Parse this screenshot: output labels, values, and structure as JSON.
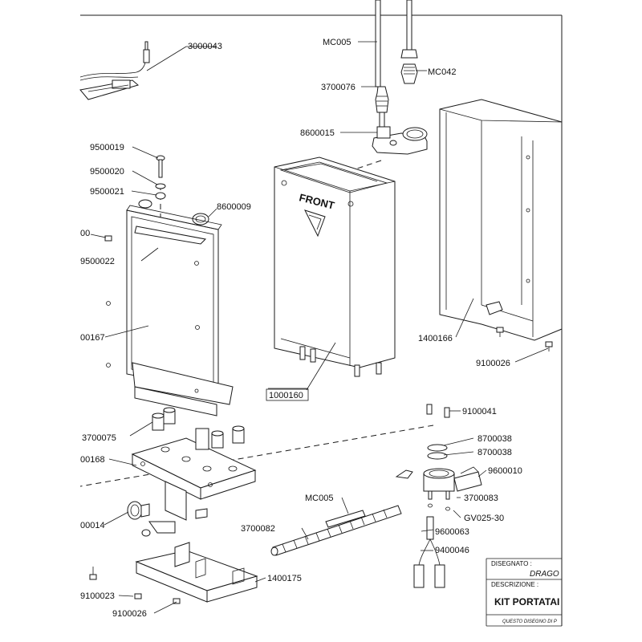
{
  "labels": {
    "p3000043": "3000043",
    "pMC005a": "MC005",
    "pMC042": "MC042",
    "p3700076": "3700076",
    "p8600015": "8600015",
    "p9500019": "9500019",
    "p9500020": "9500020",
    "p9500021": "9500021",
    "p8600009": "8600009",
    "p00": "00",
    "p9500022": "9500022",
    "p00167": "00167",
    "p1000160": "1000160",
    "p1400166": "1400166",
    "p9100026a": "9100026",
    "p9100041": "9100041",
    "p8700038a": "8700038",
    "p8700038b": "8700038",
    "p9600010": "9600010",
    "p3700075": "3700075",
    "p00168": "00168",
    "p3700083": "3700083",
    "pGV025": "GV025-30",
    "pMC005b": "MC005",
    "p00014": "00014",
    "p3700082": "3700082",
    "p9600063": "9600063",
    "p9400046": "9400046",
    "p1400175": "1400175",
    "p9100023": "9100023",
    "p9100026b": "9100026"
  },
  "front_text": "FRONT",
  "title_block": {
    "disegnato_label": "DISEGNATO :",
    "disegnato_value": "DRAGO",
    "descrizione_label": "DESCRIZIONE :",
    "descrizione_value": "KIT PORTATAI",
    "footer": "QUESTO DISEGNO DI P"
  }
}
